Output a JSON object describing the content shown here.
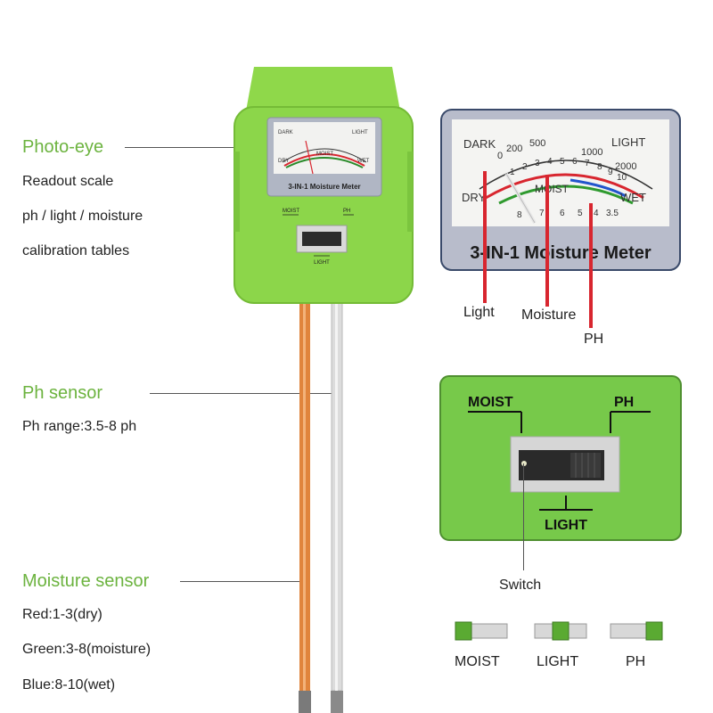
{
  "left_labels": {
    "photo_eye": "Photo-eye",
    "readout_scale": "Readout scale",
    "ph_light_moisture": "ph / light / moisture",
    "calibration_tables": "calibration tables",
    "ph_sensor": "Ph sensor",
    "ph_range": "Ph range:3.5-8 ph",
    "moisture_sensor": "Moisture sensor",
    "red_range": "Red:1-3(dry)",
    "green_range": "Green:3-8(moisture)",
    "blue_range": "Blue:8-10(wet)"
  },
  "device": {
    "name": "3-IN-1 Moisture Meter",
    "switch_moist": "MOIST",
    "switch_ph": "PH",
    "switch_light": "LIGHT",
    "dial": {
      "dark": "DARK",
      "light": "LIGHT",
      "dry": "DRY",
      "wet": "WET",
      "moist": "MOIST",
      "light_scale": [
        "0",
        "200",
        "500",
        "1000",
        "2000"
      ],
      "moist_scale": [
        "1",
        "2",
        "3",
        "4",
        "5",
        "6",
        "7",
        "8",
        "9",
        "10"
      ],
      "ph_scale": [
        "8",
        "7",
        "6",
        "5",
        "4",
        "3.5"
      ]
    }
  },
  "meter_callout": {
    "title": "3-IN-1 Moisture Meter",
    "light_label": "Light",
    "moisture_label": "Moisture",
    "ph_label": "PH"
  },
  "switch_callout": {
    "moist": "MOIST",
    "ph": "PH",
    "light": "LIGHT",
    "switch_label": "Switch"
  },
  "positions_legend": [
    "MOIST",
    "LIGHT",
    "PH"
  ],
  "colors": {
    "device_green": "#8cd64a",
    "accent_green": "#5aaa32",
    "panel_green": "#77c94a",
    "marker_red": "#d8262f",
    "probe_orange": "#e0843c",
    "probe_silver": "#d8d8d8"
  }
}
